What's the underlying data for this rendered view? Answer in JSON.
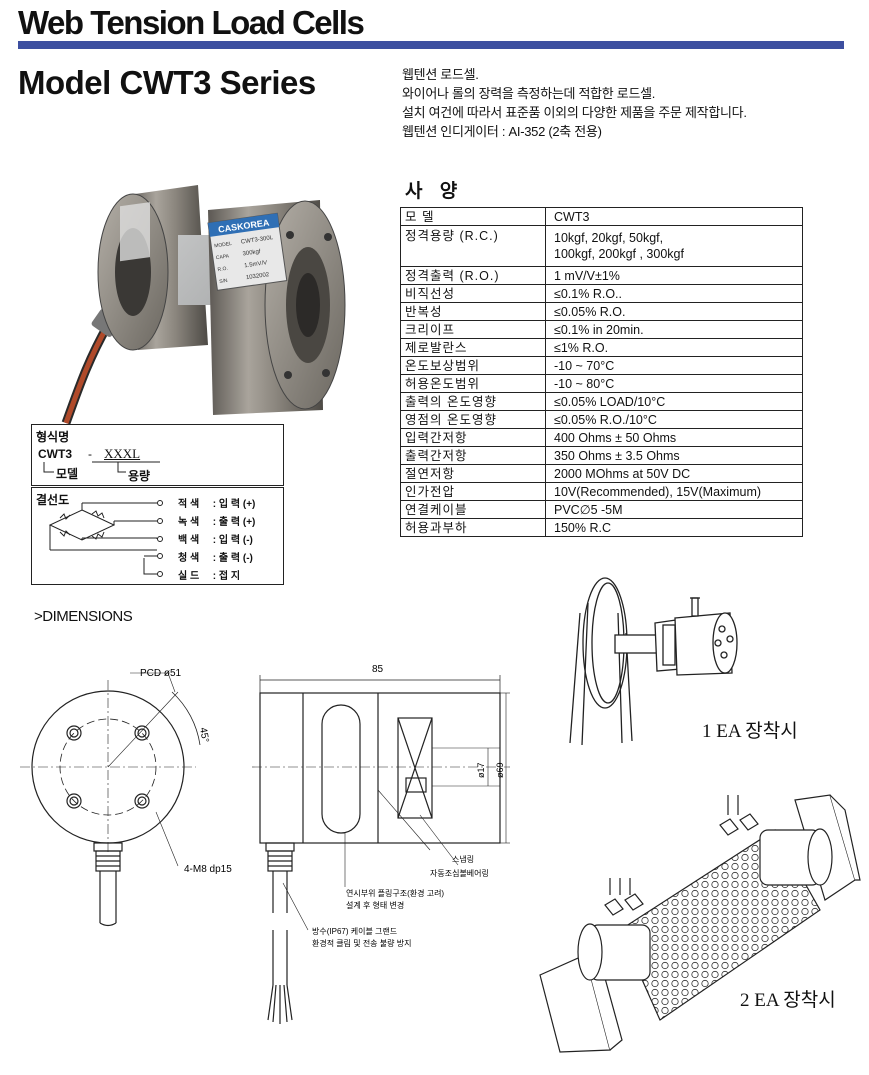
{
  "header": {
    "title": "Web Tension Load Cells"
  },
  "model": {
    "title": "Model CWT3 Series"
  },
  "intro": {
    "lines": [
      "웹텐션 로드셀.",
      "와이어나 롤의 장력을 측정하는데 적합한 로드셀.",
      "설치 여건에 따라서 표준품 이외의 다양한 제품을 주문 제작합니다.",
      "웹텐션 인디게이터 :    AI-352 (2축 전용)"
    ]
  },
  "spec": {
    "heading": "사 양",
    "rows": [
      {
        "k": "모 델",
        "v": "CWT3"
      },
      {
        "k": "정격용량 (R.C.)",
        "v": "10kgf, 20kgf, 50kgf,",
        "v2": "100kgf, 200kgf , 300kgf"
      },
      {
        "k": "정격출력 (R.O.)",
        "v": "1 mV/V±1%"
      },
      {
        "k": "비직선성",
        "v": "≤0.1% R.O.."
      },
      {
        "k": "반복성",
        "v": "≤0.05% R.O."
      },
      {
        "k": "크리이프",
        "v": "≤0.1% in 20min."
      },
      {
        "k": "제로발란스",
        "v": "≤1% R.O."
      },
      {
        "k": "온도보상범위",
        "v": "-10 ~ 70°C"
      },
      {
        "k": "허용온도범위",
        "v": "-10 ~ 80°C"
      },
      {
        "k": "출력의 온도영향",
        "v": "≤0.05% LOAD/10°C"
      },
      {
        "k": "영점의 온도영향",
        "v": "≤0.05% R.O./10°C"
      },
      {
        "k": "입력간저항",
        "v": "400 Ohms ± 50 Ohms"
      },
      {
        "k": "출력간저항",
        "v": "350 Ohms ± 3.5 Ohms"
      },
      {
        "k": "절연저항",
        "v": "2000 MOhms at 50V DC"
      },
      {
        "k": "인가전압",
        "v": "10V(Recommended), 15V(Maximum)"
      },
      {
        "k": "연결케이블",
        "v": "PVC∅5 -5M"
      },
      {
        "k": "허용과부하",
        "v": "150% R.C"
      }
    ]
  },
  "product_label": {
    "brand": "CASKOREA",
    "rows": [
      {
        "k": "MODEL",
        "v": "CWT3-300L"
      },
      {
        "k": "CAPA",
        "v": "300kgf"
      },
      {
        "k": "R.O.",
        "v": "1.5mV/V"
      },
      {
        "k": "S/N",
        "v": "1032002"
      }
    ]
  },
  "model_box": {
    "label": "형식명",
    "code": "CWT3",
    "dash": "-",
    "suffix": "XXXL",
    "part1": "모델",
    "part2": "용량"
  },
  "wiring": {
    "label": "결선도",
    "wires": [
      {
        "color": "적 색",
        "sep": ":",
        "func": "입 력 (+)"
      },
      {
        "color": "녹 색",
        "sep": ":",
        "func": "출 력 (+)"
      },
      {
        "color": "백 색",
        "sep": ":",
        "func": "입 력 (-)"
      },
      {
        "color": "청 색",
        "sep": ":",
        "func": "출 력 (-)"
      },
      {
        "color": "실 드",
        "sep": ":",
        "func": "접 지"
      }
    ]
  },
  "dimensions": {
    "label": ">DIMENSIONS",
    "pcd": "PCD ø51",
    "angle": "45°",
    "bolt": "4-M8 dp15",
    "width": "85",
    "bore": "ø17",
    "outer": "ø69",
    "note_snap": "스냅링",
    "note_bearing": "자동조심볼베어링",
    "note_flex1": "연시부위 플링구조(환경 고려)",
    "note_flex2": "설계 후 형태 변경",
    "note_gland1": "방수(IP67) 케이블 그랜드",
    "note_gland2": "환경적 클림 및 전송 불량 방지"
  },
  "captions": {
    "one": "1 EA 장착시",
    "two": "2 EA 장착시"
  }
}
